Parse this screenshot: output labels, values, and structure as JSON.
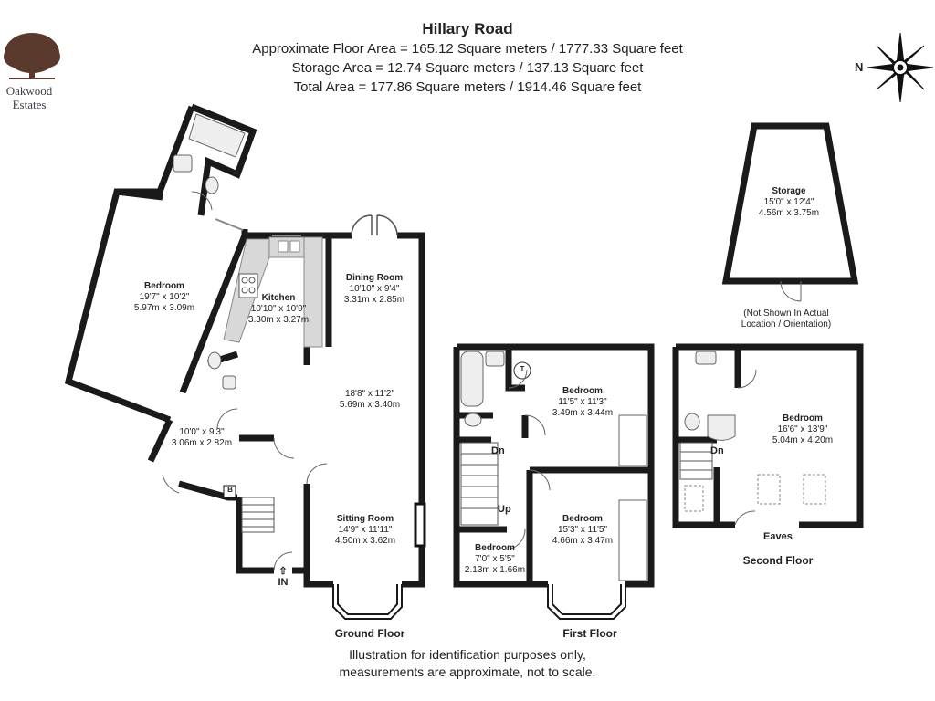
{
  "header": {
    "title": "Hillary Road",
    "floor_area": "Approximate Floor Area = 165.12 Square meters / 1777.33 Square feet",
    "storage_area": "Storage Area = 12.74 Square meters / 137.13 Square feet",
    "total_area": "Total Area = 177.86 Square meters / 1914.46 Square feet"
  },
  "logo": {
    "line1": "Oakwood",
    "line2": "Estates"
  },
  "compass": {
    "label": "N"
  },
  "rooms": {
    "annex_bedroom": {
      "name": "Bedroom",
      "imperial": "19'7\" x 10'2\"",
      "metric": "5.97m x 3.09m"
    },
    "kitchen": {
      "name": "Kitchen",
      "imperial": "10'10\" x 10'9\"",
      "metric": "3.30m x 3.27m"
    },
    "dining": {
      "name": "Dining Room",
      "imperial": "10'10\" x 9'4\"",
      "metric": "3.31m x 2.85m"
    },
    "living": {
      "imperial": "18'8\" x 11'2\"",
      "metric": "5.69m x 3.40m"
    },
    "hall": {
      "imperial": "10'0\" x 9'3\"",
      "metric": "3.06m x 2.82m"
    },
    "sitting": {
      "name": "Sitting Room",
      "imperial": "14'9\" x 11'11\"",
      "metric": "4.50m x 3.62m"
    },
    "first_bed1": {
      "name": "Bedroom",
      "imperial": "11'5\" x 11'3\"",
      "metric": "3.49m x 3.44m"
    },
    "first_bed2": {
      "name": "Bedroom",
      "imperial": "15'3\" x 11'5\"",
      "metric": "4.66m x 3.47m"
    },
    "first_bed3": {
      "name": "Bedroom",
      "imperial": "7'0\" x 5'5\"",
      "metric": "2.13m x 1.66m"
    },
    "second_bed": {
      "name": "Bedroom",
      "imperial": "16'6\" x 13'9\"",
      "metric": "5.04m x 4.20m"
    },
    "storage": {
      "name": "Storage",
      "imperial": "15'0\" x 12'4\"",
      "metric": "4.56m x 3.75m"
    }
  },
  "marks": {
    "in": "IN",
    "dn1": "Dn",
    "up1": "Up",
    "dn2": "Dn",
    "eaves": "Eaves",
    "boiler": "B",
    "toilet": "T"
  },
  "storage_note": "(Not Shown In Actual Location / Orientation)",
  "floors": {
    "ground": "Ground Floor",
    "first": "First Floor",
    "second": "Second Floor"
  },
  "footer": {
    "line1": "Illustration for identification purposes only,",
    "line2": "measurements are approximate, not to scale."
  }
}
